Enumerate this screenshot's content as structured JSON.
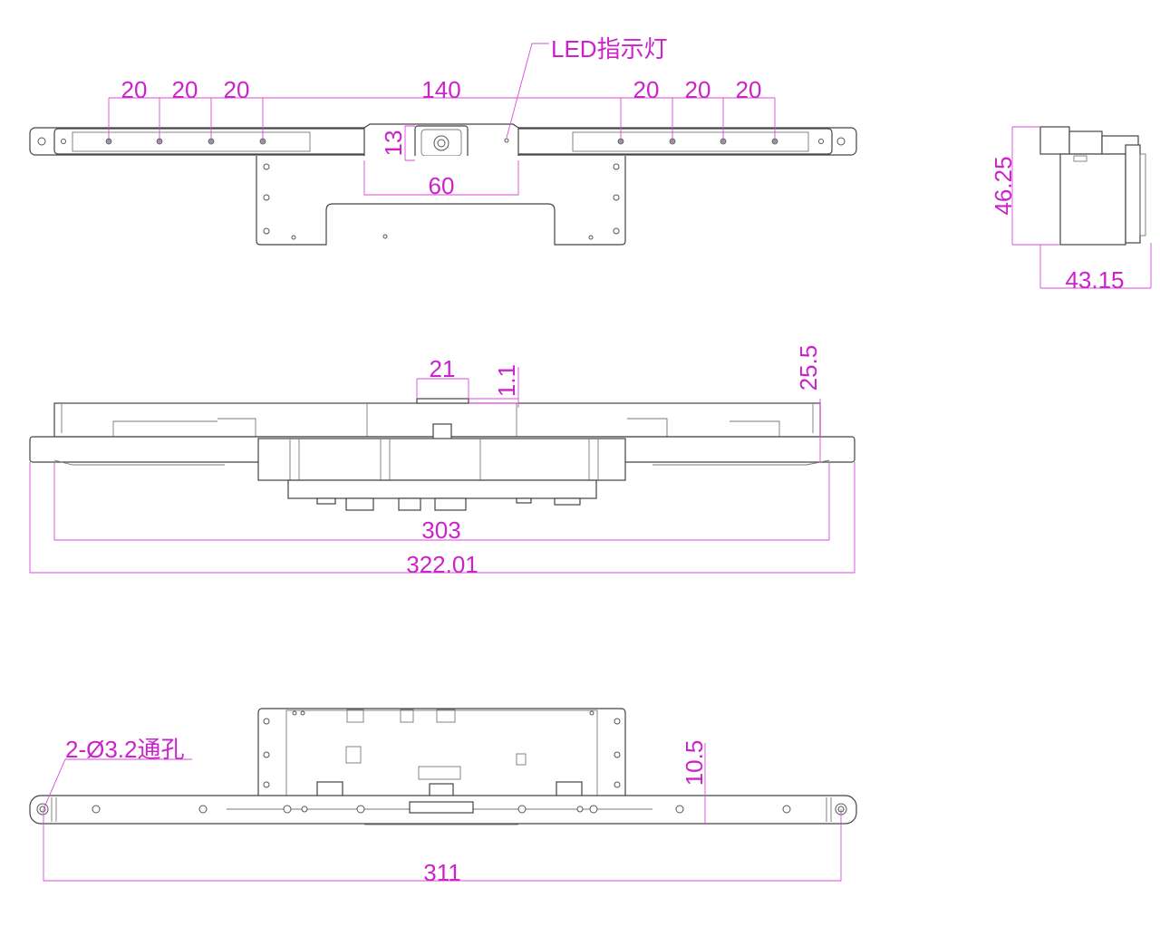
{
  "colors": {
    "dimension": "#cc22cc",
    "outline": "#444444"
  },
  "top_view": {
    "led_label": "LED指示灯",
    "left_spacing": [
      "20",
      "20",
      "20"
    ],
    "center_spacing": "140",
    "right_spacing": [
      "20",
      "20",
      "20"
    ],
    "camera_height": "13",
    "camera_width": "60"
  },
  "side_view": {
    "height": "46.25",
    "depth": "43.15"
  },
  "front_view": {
    "notch_width": "21",
    "notch_depth": "1.1",
    "total_height": "25.5",
    "inner_length": "303",
    "overall_length": "322.01"
  },
  "bottom_view": {
    "hole_note": "2-Ø3.2通孔",
    "bar_height": "10.5",
    "hole_spacing": "311"
  }
}
